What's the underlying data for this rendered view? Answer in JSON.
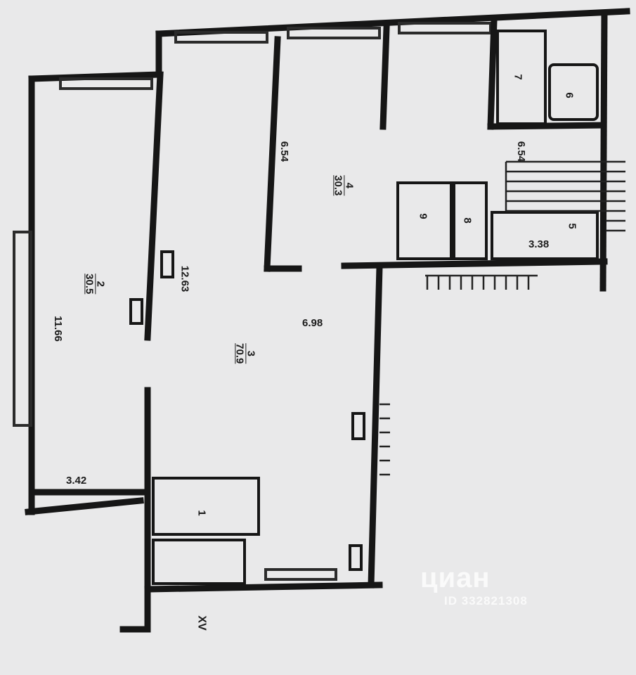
{
  "rooms": [
    {
      "number": "1",
      "area": ""
    },
    {
      "number": "2",
      "area": "30.5"
    },
    {
      "number": "3",
      "area": "70.9"
    },
    {
      "number": "4",
      "area": "30.3"
    },
    {
      "number": "5",
      "area": ""
    },
    {
      "number": "6",
      "area": ""
    },
    {
      "number": "7",
      "area": ""
    },
    {
      "number": "8",
      "area": ""
    },
    {
      "number": "9",
      "area": ""
    }
  ],
  "dimensions": {
    "room2_width": "11.66",
    "room2_depth": "3.42",
    "room3_width": "12.63",
    "room3_depth": "6.98",
    "room4_width": "6.54",
    "room7_width": "6.54",
    "room5_depth": "3.38"
  },
  "axis_label": "XV",
  "watermark": {
    "brand": "циан",
    "id": "ID 332821308"
  },
  "colors": {
    "background": "#e9e9ea",
    "walls": "#161616"
  }
}
